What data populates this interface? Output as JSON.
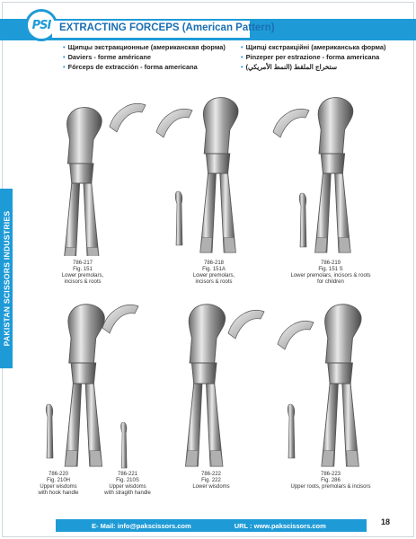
{
  "header": {
    "logo_text": "PSI",
    "title": "EXTRACTING FORCEPS (American Pattern)"
  },
  "names_left": [
    "Щипцы экстракционные (американская форма)",
    "Daviers - forme américane",
    "Fórceps de extracción - forma americana"
  ],
  "names_right": [
    "Щипці єкстракційні (американська форма)",
    "Pinzeper per estrazione - forma americana",
    "ستخراج الملقط (النمط الأمريكي)"
  ],
  "sidebar_text": "PAKISTAN SCISSORS INDUSTRIES",
  "products": [
    {
      "code": "786-217",
      "fig": "Fig. 151",
      "desc1": "Lower premolars,",
      "desc2": "incisors & roots"
    },
    {
      "code": "786-218",
      "fig": "Fig. 151A",
      "desc1": "Lower premolars,",
      "desc2": "incisors & roots"
    },
    {
      "code": "786-219",
      "fig": "Fig. 151 S",
      "desc1": "Lower premolars, incisors & roots",
      "desc2": "for children"
    },
    {
      "code": "786-220",
      "fig": "Fig. 210H",
      "desc1": "Upper wisdoms",
      "desc2": "with hook handle"
    },
    {
      "code": "786-221",
      "fig": "Fig. 210S",
      "desc1": "Upper wisdoms",
      "desc2": "with stragith handle"
    },
    {
      "code": "786-222",
      "fig": "Fig. 222",
      "desc1": "Lower wisdoms",
      "desc2": ""
    },
    {
      "code": "786-223",
      "fig": "Fig. 286",
      "desc1": "Upper roots, premolars & incisors",
      "desc2": ""
    }
  ],
  "footer": {
    "email": "E- Mail: info@pakscissors.com",
    "url": "URL  :  www.pakscissors.com",
    "page_number": "18"
  },
  "colors": {
    "accent": "#1e9bd7",
    "title": "#1a6fb3"
  }
}
